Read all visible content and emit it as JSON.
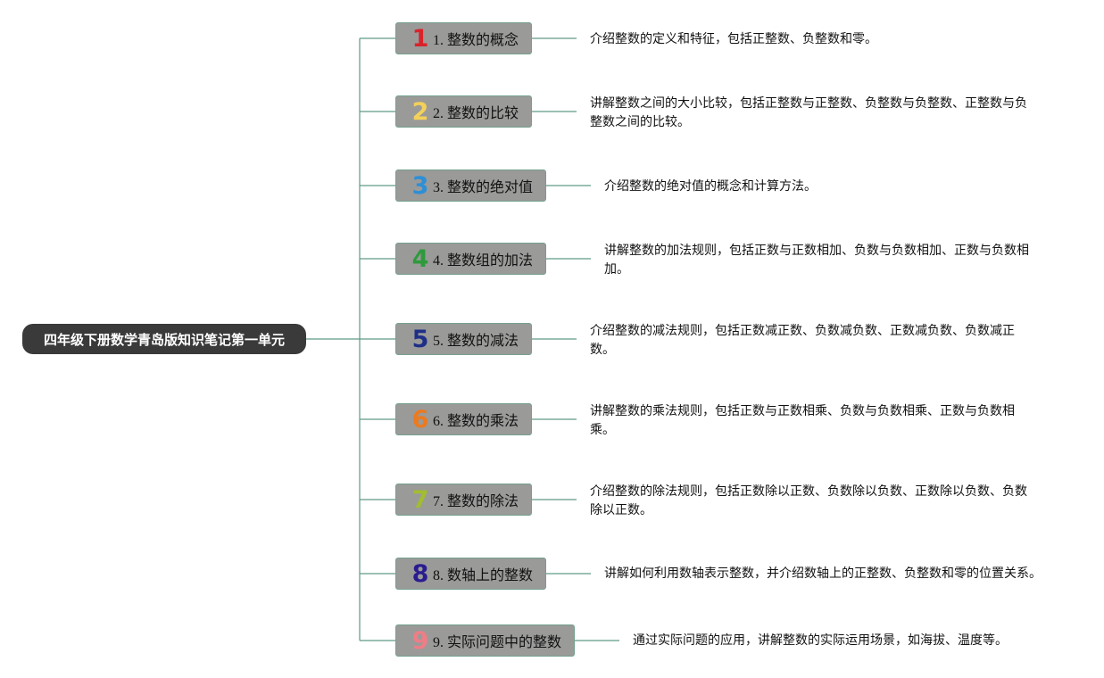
{
  "root": {
    "title": "四年级下册数学青岛版知识笔记第一单元"
  },
  "colors": {
    "connector": "#5f9a86",
    "root_bg": "#3a3a3a",
    "topic_bg": "#9a9a99",
    "topic_border": "#74a18e"
  },
  "topics": [
    {
      "number": "1",
      "number_color": "#d8232a",
      "icon": "number-1-icon",
      "label": "1. 整数的概念",
      "description": "介绍整数的定义和特征，包括正整数、负整数和零。"
    },
    {
      "number": "2",
      "number_color": "#f3d15a",
      "icon": "number-2-icon",
      "label": "2. 整数的比较",
      "description": "讲解整数之间的大小比较，包括正整数与正整数、负整数与负整数、正整数与负整数之间的比较。"
    },
    {
      "number": "3",
      "number_color": "#2d8fd6",
      "icon": "number-3-icon",
      "label": "3. 整数的绝对值",
      "description": "介绍整数的绝对值的概念和计算方法。"
    },
    {
      "number": "4",
      "number_color": "#2e9a3c",
      "icon": "number-4-icon",
      "label": "4. 整数组的加法",
      "description": "讲解整数的加法规则，包括正数与正数相加、负数与负数相加、正数与负数相加。"
    },
    {
      "number": "5",
      "number_color": "#1f2f86",
      "icon": "number-5-icon",
      "label": "5. 整数的减法",
      "description": "介绍整数的减法规则，包括正数减正数、负数减负数、正数减负数、负数减正数。"
    },
    {
      "number": "6",
      "number_color": "#ec7a1e",
      "icon": "number-6-icon",
      "label": "6. 整数的乘法",
      "description": "讲解整数的乘法规则，包括正数与正数相乘、负数与负数相乘、正数与负数相乘。"
    },
    {
      "number": "7",
      "number_color": "#a2bd2f",
      "icon": "number-7-icon",
      "label": "7. 整数的除法",
      "description": "介绍整数的除法规则，包括正数除以正数、负数除以负数、正数除以负数、负数除以正数。"
    },
    {
      "number": "8",
      "number_color": "#2a1c8f",
      "icon": "number-8-icon",
      "label": "8. 数轴上的整数",
      "description": "讲解如何利用数轴表示整数，并介绍数轴上的正整数、负整数和零的位置关系。"
    },
    {
      "number": "9",
      "number_color": "#ef7d86",
      "icon": "number-9-icon",
      "label": "9. 实际问题中的整数",
      "description": "通过实际问题的应用，讲解整数的实际运用场景，如海拔、温度等。"
    }
  ]
}
